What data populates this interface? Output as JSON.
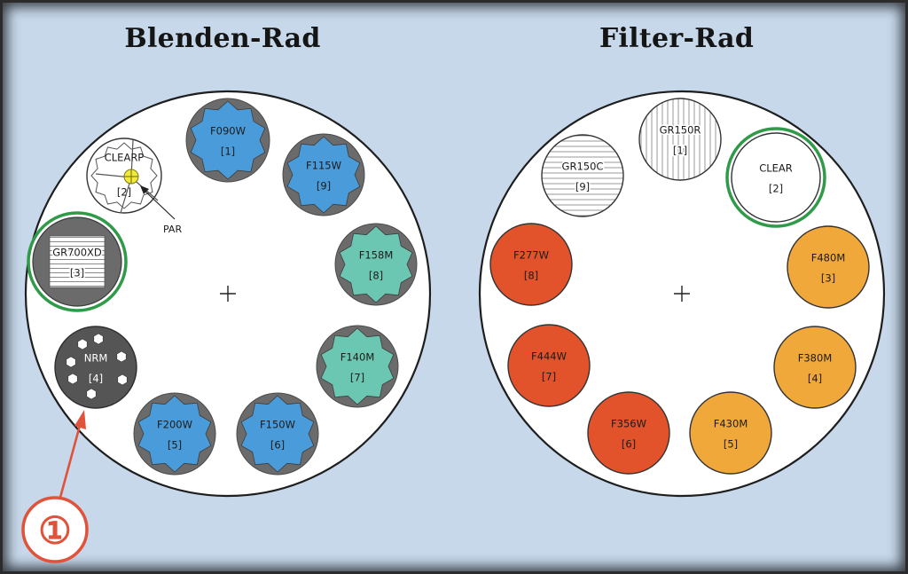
{
  "titles": {
    "left": "Blenden-Rad",
    "right": "Filter-Rad"
  },
  "colors": {
    "background": "#c6d8ea",
    "blue_filter": "#4a9bd9",
    "teal_filter": "#6cc7b2",
    "red_filter": "#e2522b",
    "orange_filter": "#f1a83a",
    "ring_highlight": "#2f9a48",
    "annotation": "#e0523a"
  },
  "wheels": [
    {
      "name": "Blenden-Rad",
      "slots": [
        {
          "label": "F090W",
          "pos": "[1]",
          "style": "blue"
        },
        {
          "label": "CLEARP",
          "pos": "[2]",
          "style": "clearp"
        },
        {
          "label": "GR700XD",
          "pos": "[3]",
          "style": "grism",
          "ring": true
        },
        {
          "label": "NRM",
          "pos": "[4]",
          "style": "nrm"
        },
        {
          "label": "F200W",
          "pos": "[5]",
          "style": "blue"
        },
        {
          "label": "F150W",
          "pos": "[6]",
          "style": "blue"
        },
        {
          "label": "F140M",
          "pos": "[7]",
          "style": "teal"
        },
        {
          "label": "F158M",
          "pos": "[8]",
          "style": "teal"
        },
        {
          "label": "F115W",
          "pos": "[9]",
          "style": "blue"
        }
      ]
    },
    {
      "name": "Filter-Rad",
      "slots": [
        {
          "label": "GR150R",
          "pos": "[1]",
          "style": "vlines"
        },
        {
          "label": "CLEAR",
          "pos": "[2]",
          "style": "clear",
          "ring": true
        },
        {
          "label": "F480M",
          "pos": "[3]",
          "style": "orange"
        },
        {
          "label": "F380M",
          "pos": "[4]",
          "style": "orange"
        },
        {
          "label": "F430M",
          "pos": "[5]",
          "style": "orange"
        },
        {
          "label": "F356W",
          "pos": "[6]",
          "style": "red"
        },
        {
          "label": "F444W",
          "pos": "[7]",
          "style": "red"
        },
        {
          "label": "F277W",
          "pos": "[8]",
          "style": "red"
        },
        {
          "label": "GR150C",
          "pos": "[9]",
          "style": "hlines"
        }
      ]
    }
  ],
  "annotations": {
    "par_label": "PAR",
    "badge": "①"
  }
}
